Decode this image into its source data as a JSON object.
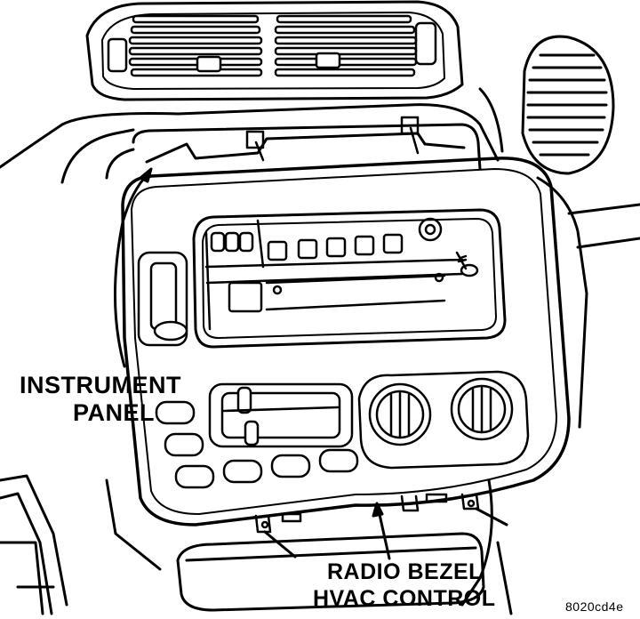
{
  "labels": {
    "instrument": "INSTRUMENT",
    "panel": "PANEL",
    "radio_bezel": "RADIO BEZEL",
    "hvac_control": "HVAC CONTROL",
    "figure_code": "8020cd4e"
  }
}
